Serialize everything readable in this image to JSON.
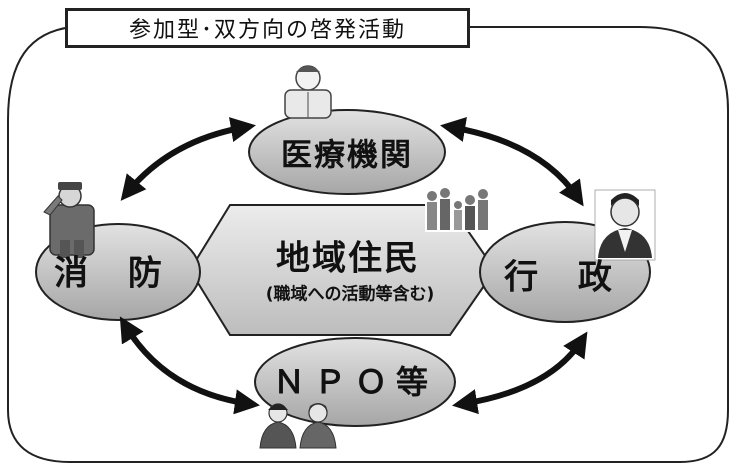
{
  "title": "参加型･双方向の啓発活動",
  "nodes": {
    "iryo": "医療機関",
    "shobo": "消 防",
    "gyosei": "行 政",
    "npo": "ＮＰＯ等",
    "jumin": "地域住民",
    "jumin_sub": "(職域への活動等含む)"
  }
}
